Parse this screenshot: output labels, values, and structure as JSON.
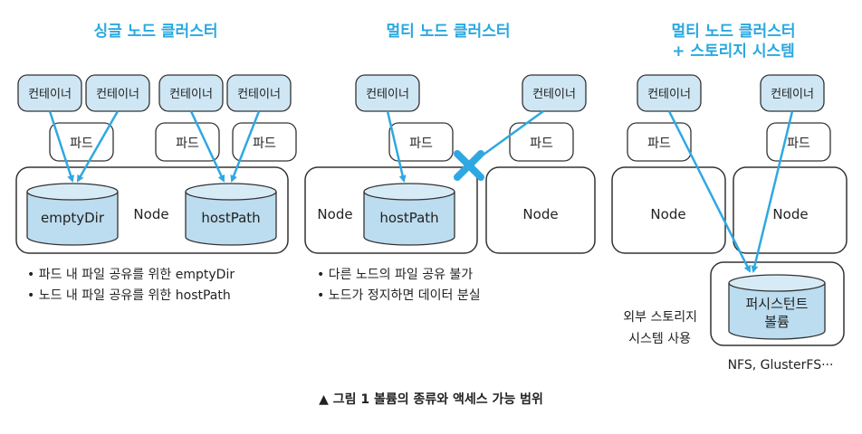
{
  "colors": {
    "accent": "#29a8e0",
    "container_fill": "#cfe6f4",
    "cylinder_fill": "#bcdcef",
    "arrow": "#2fa8e2",
    "border": "#333333"
  },
  "single": {
    "title": "싱글 노드 클러스터",
    "containers": [
      "컨테이너",
      "컨테이너",
      "컨테이너",
      "컨테이너"
    ],
    "pods": [
      "파드",
      "파드",
      "파드"
    ],
    "vol1": "emptyDir",
    "vol2": "hostPath",
    "node": "Node",
    "note1": "• 파드 내 파일 공유를 위한 emptyDir",
    "note2": "• 노드 내 파일 공유를 위한 hostPath"
  },
  "multi": {
    "title": "멀티 노드 클러스터",
    "containers": [
      "컨테이너",
      "컨테이너"
    ],
    "pods": [
      "파드",
      "파드"
    ],
    "node1": "Node",
    "node2": "Node",
    "vol": "hostPath",
    "note1": "• 다른 노드의 파일 공유 불가",
    "note2": "• 노드가 정지하면 데이터 분실"
  },
  "storage": {
    "title1": "멀티 노드 클러스터",
    "title2": "+ 스토리지 시스템",
    "containers": [
      "컨테이너",
      "컨테이너"
    ],
    "pods": [
      "파드",
      "파드"
    ],
    "node1": "Node",
    "node2": "Node",
    "vol1": "퍼시스턴트",
    "vol2": "볼륨",
    "ext1": "외부 스토리지",
    "ext2": "시스템 사용",
    "nfs": "NFS, GlusterFS···"
  },
  "caption": "▲ 그림 1 볼륨의 종류와 액세스 가능 범위"
}
